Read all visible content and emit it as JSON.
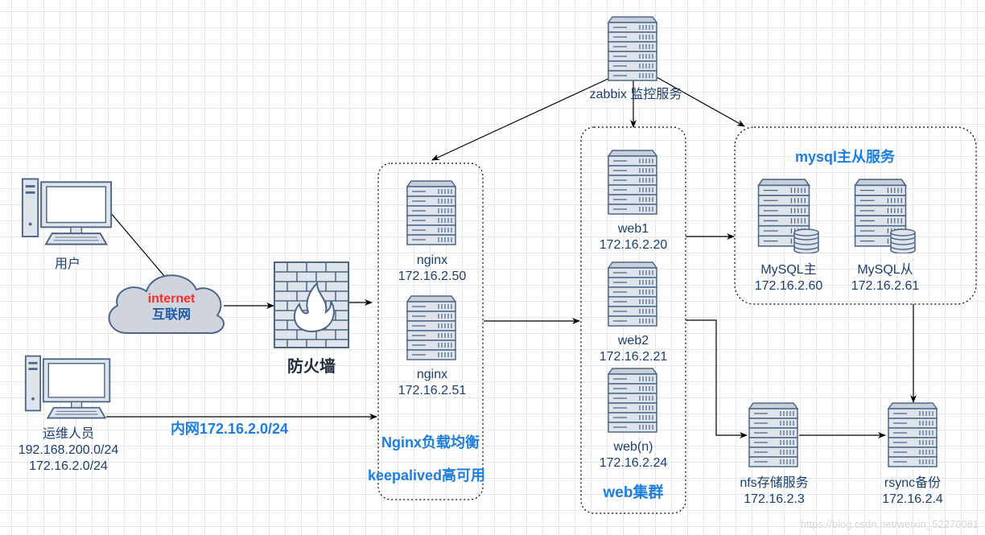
{
  "zabbix": {
    "label": "zabbix 监控服务"
  },
  "user": {
    "label": "用户"
  },
  "ops": {
    "label": "运维人员",
    "ip1": "192.168.200.0/24",
    "ip2": "172.16.2.0/24"
  },
  "internet": {
    "label_en": "internet",
    "label_cn": "互联网"
  },
  "firewall": {
    "label": "防火墙"
  },
  "intranet": {
    "label": "内网172.16.2.0/24"
  },
  "nginx_group": {
    "servers": [
      {
        "name": "nginx",
        "ip": "172.16.2.50"
      },
      {
        "name": "nginx",
        "ip": "172.16.2.51"
      }
    ],
    "title1": "Nginx负载均衡",
    "title2": "keepalived高可用"
  },
  "web_group": {
    "servers": [
      {
        "name": "web1",
        "ip": "172.16.2.20"
      },
      {
        "name": "web2",
        "ip": "172.16.2.21"
      },
      {
        "name": "web(n)",
        "ip": "172.16.2.24"
      }
    ],
    "title": "web集群"
  },
  "mysql_group": {
    "title": "mysql主从服务",
    "servers": [
      {
        "name": "MySQL主",
        "ip": "172.16.2.60"
      },
      {
        "name": "MySQL从",
        "ip": "172.16.2.61"
      }
    ]
  },
  "nfs": {
    "name": "nfs存储服务",
    "ip": "172.16.2.3"
  },
  "rsync": {
    "name": "rsync备份",
    "ip": "172.16.2.4"
  },
  "watermark": "https://blog.csdn.net/weixin_52270081",
  "colors": {
    "accent": "#1e7de0",
    "text": "#1a3e6e",
    "server_fill": "#dfe3ea",
    "server_stroke": "#4d6688",
    "red": "#ff2a2a"
  }
}
